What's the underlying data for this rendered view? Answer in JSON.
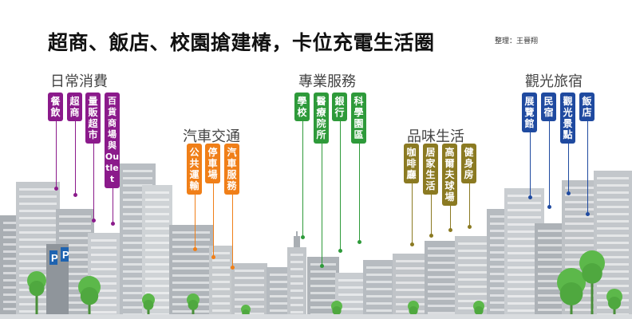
{
  "title": "超商、飯店、校園搶建椿，卡位充電生活圈",
  "credit": "整理：王晉翔",
  "colors": {
    "daily": "#8b1a8b",
    "car": "#f07f18",
    "pro": "#2e9a3a",
    "taste": "#8b7a22",
    "tour": "#1f4aa0",
    "building": "#9aa0a6",
    "tree": "#5cb84a",
    "sign": "#1e63b0"
  },
  "categories": [
    {
      "name": "日常消費",
      "color_key": "daily",
      "items": [
        "餐飲",
        "超商",
        "量販超市",
        "百貨商場與Outlet"
      ]
    },
    {
      "name": "汽車交通",
      "color_key": "car",
      "items": [
        "公共運輸",
        "停車場",
        "汽車服務"
      ]
    },
    {
      "name": "專業服務",
      "color_key": "pro",
      "items": [
        "學校",
        "醫療院所",
        "銀行",
        "科學園區"
      ]
    },
    {
      "name": "品味生活",
      "color_key": "taste",
      "items": [
        "咖啡廳",
        "居家生活",
        "高爾夫球場",
        "健身房"
      ]
    },
    {
      "name": "觀光旅宿",
      "color_key": "tour",
      "items": [
        "展覽館",
        "民宿",
        "觀光景點",
        "飯店"
      ]
    }
  ]
}
